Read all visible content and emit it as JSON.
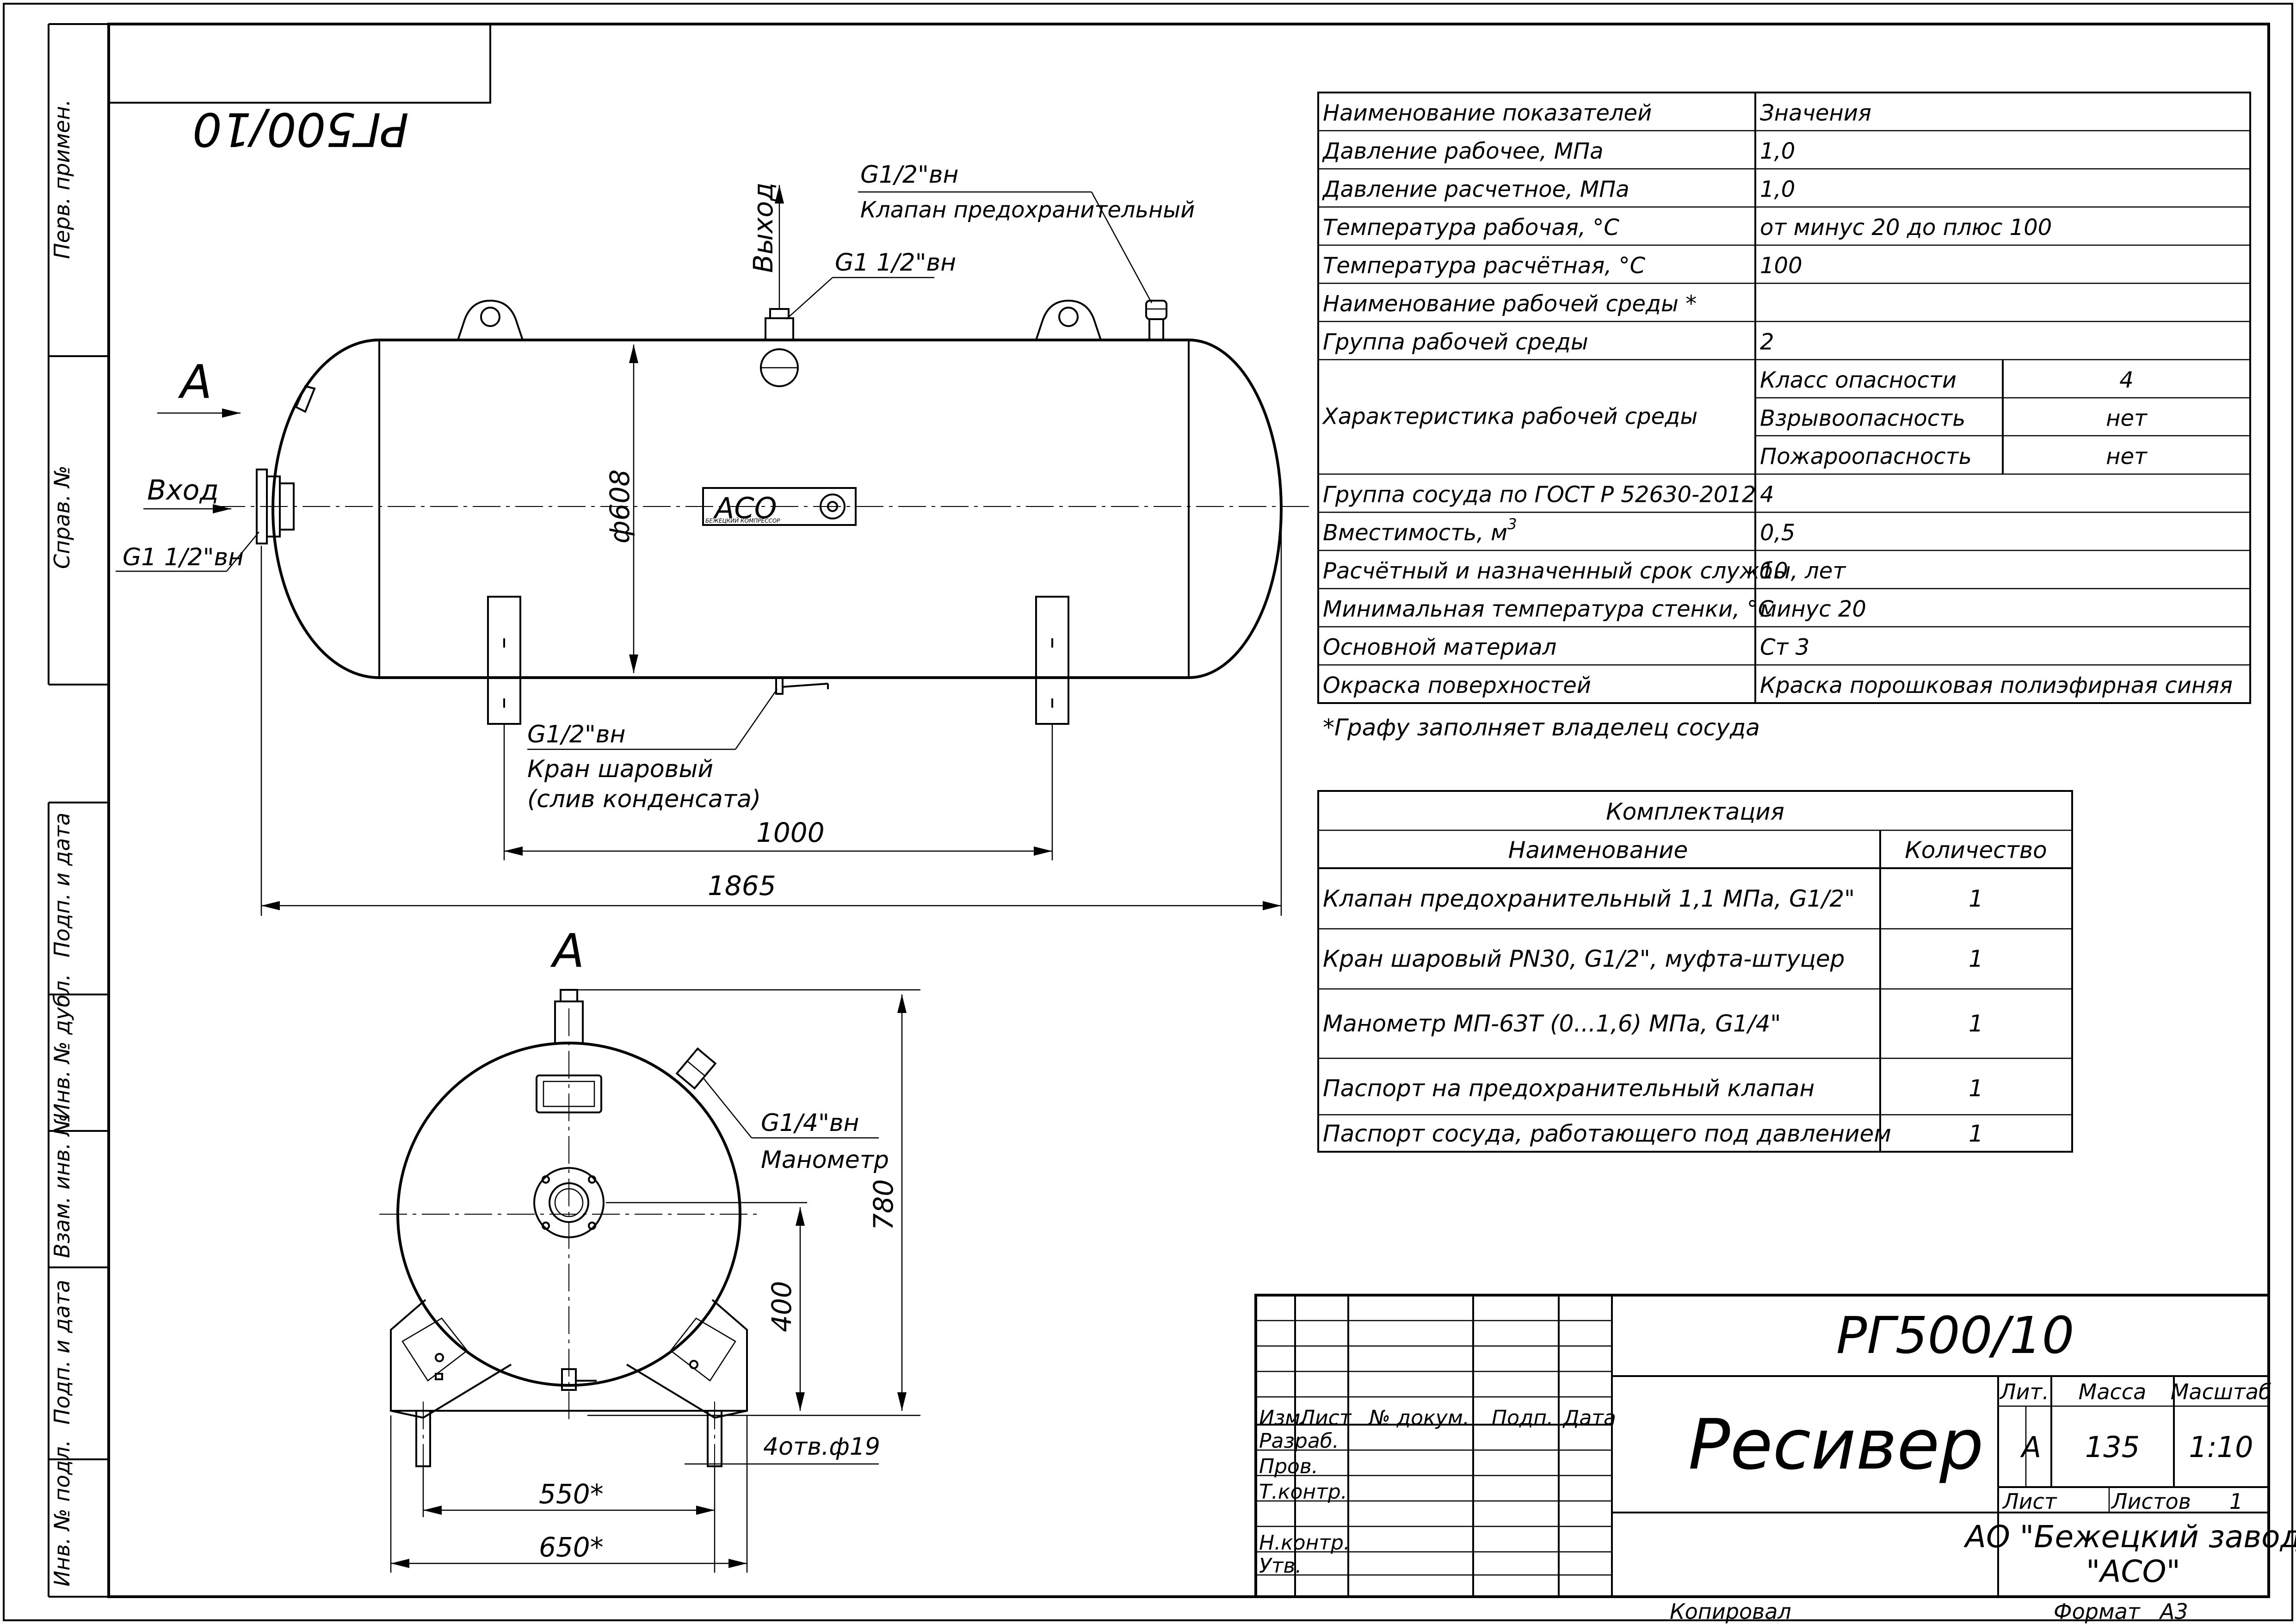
{
  "stamp_mirror": "РГ500/10",
  "side_strip": [
    "Перв. примен.",
    "Справ. №",
    "Подп. и дата",
    "Инв. № дубл.",
    "Взам. инв. №",
    "Подп. и дата",
    "Инв. № подл."
  ],
  "front_view": {
    "label_view": "A",
    "inlet": "Вход",
    "inlet_thread": "G1 1/2\"вн",
    "outlet": "Выход",
    "outlet_thread": "G1 1/2\"вн",
    "valve_thread": "G1/2\"вн",
    "valve_label": "Клапан предохранительный",
    "drain_thread": "G1/2\"вн",
    "drain_label_1": "Кран шаровый",
    "drain_label_2": "(слив конденсата)",
    "diameter": "ф608",
    "dim_supports": "1000",
    "dim_total": "1865",
    "logo_text": "АСО",
    "logo_sub": "БЕЖЕЦКИЙ КОМПРЕССОР"
  },
  "side_view": {
    "label_view": "A",
    "gauge_thread": "G1/4\"вн",
    "gauge_label": "Манометр",
    "dim_height": "780",
    "dim_axis": "400",
    "holes": "4отв.ф19",
    "dim_550": "550*",
    "dim_650": "650*"
  },
  "spec_table": {
    "rows": [
      [
        "Наименование показателей",
        "Значения"
      ],
      [
        "Давление рабочее, МПа",
        "1,0"
      ],
      [
        "Давление расчетное, МПа",
        "1,0"
      ],
      [
        "Температура рабочая, °С",
        "от минус 20 до плюс 100"
      ],
      [
        "Температура расчётная, °С",
        "100"
      ],
      [
        "Наименование рабочей среды *",
        ""
      ],
      [
        "Группа рабочей среды",
        "2"
      ]
    ],
    "medium_label": "Характеристика рабочей среды",
    "medium_rows": [
      [
        "Класс опасности",
        "4"
      ],
      [
        "Взрывоопасность",
        "нет"
      ],
      [
        "Пожароопасность",
        "нет"
      ]
    ],
    "rows2": [
      [
        "Группа сосуда по ГОСТ Р 52630-2012",
        "4"
      ],
      [
        "Вместимость, м",
        "0,5"
      ],
      [
        "Расчётный и назначенный срок службы, лет",
        "10"
      ],
      [
        "Минимальная температура стенки, °С",
        "минус 20"
      ],
      [
        "Основной материал",
        "Ст 3"
      ],
      [
        "Окраска поверхностей",
        "Краска порошковая полиэфирная синяя"
      ]
    ],
    "superscript": "3",
    "footnote": "*Графу заполняет владелец сосуда"
  },
  "kit_table": {
    "title": "Комплектация",
    "header": [
      "Наименование",
      "Количество"
    ],
    "rows": [
      [
        "Клапан предохранительный 1,1 МПа, G1/2\"",
        "1"
      ],
      [
        "Кран шаровый PN30, G1/2\", муфта-штуцер",
        "1"
      ],
      [
        "Манометр МП-63Т (0...1,6) МПа, G1/4\"",
        "1"
      ],
      [
        "Паспорт на предохранительный клапан",
        "1"
      ],
      [
        "Паспорт сосуда, работающего под давлением",
        "1"
      ]
    ]
  },
  "title_block": {
    "designation": "РГ500/10",
    "name": "Ресивер",
    "col_headers": [
      "Изм.",
      "Лист",
      "№ докум.",
      "Подп.",
      "Дата"
    ],
    "roles": [
      "Разраб.",
      "Пров.",
      "Т.контр.",
      "",
      "Н.контр.",
      "Утв."
    ],
    "lit_label": "Лит.",
    "mass_label": "Масса",
    "scale_label": "Масштаб",
    "lit_value": "А",
    "mass_value": "135",
    "scale_value": "1:10",
    "sheet_label": "Лист",
    "sheets_label": "Листов",
    "sheets_value": "1",
    "company_1": "АО \"Бежецкий завод",
    "company_2": "\"АСО\"",
    "copied": "Копировал",
    "format_label": "Формат",
    "format_value": "А3"
  }
}
